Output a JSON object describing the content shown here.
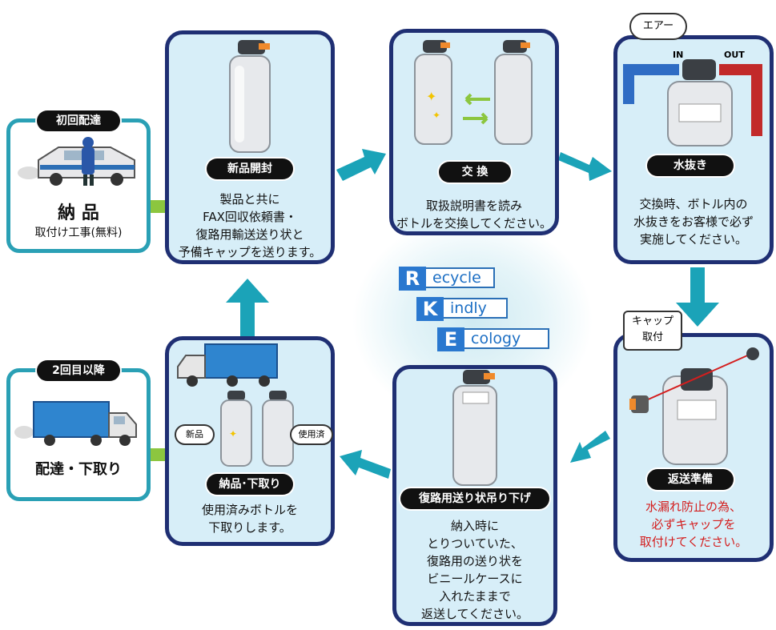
{
  "initial": {
    "pill": "初回配達",
    "title": "納 品",
    "subtitle": "取付け工事(無料)"
  },
  "repeat": {
    "pill": "2回目以降",
    "title": "配達・下取り"
  },
  "steps": {
    "unseal": {
      "pill": "新品開封",
      "text": "製品と共に\nFAX回収依頼書・\n復路用輸送送り状と\n予備キャップを送ります。"
    },
    "exchange": {
      "pill": "交 換",
      "text": "取扱説明書を読み\nボトルを交換してください。"
    },
    "drain": {
      "pill": "水抜き",
      "text": "交換時、ボトル内の\n水抜きをお客様で必ず\n実施してください。",
      "bubble": "エアー",
      "in_label": "IN",
      "out_label": "OUT"
    },
    "return_prep": {
      "pill": "返送準備",
      "text": "水漏れ防止の為、\n必ずキャップを\n取付けてください。",
      "bubble": "キャップ\n取付"
    },
    "return_label": {
      "pill": "復路用送り状吊り下げ",
      "text": "納入時に\nとりついていた、\n復路用の送り状を\nビニールケースに\n入れたままで\n返送してください。"
    },
    "delivery_pickup": {
      "pill": "納品･下取り",
      "text": "使用済みボトルを\n下取りします。",
      "new_label": "新品",
      "used_label": "使用済"
    }
  },
  "brand": [
    {
      "letter": "R",
      "rest": "ecycle"
    },
    {
      "letter": "K",
      "rest": "indly"
    },
    {
      "letter": "E",
      "rest": "cology"
    }
  ],
  "colors": {
    "card_bg": "#d7eef8",
    "card_border": "#1f2f73",
    "arrow_teal": "#1ba3b8",
    "arrow_green": "#8cc63f",
    "text_red": "#d41e1e"
  }
}
